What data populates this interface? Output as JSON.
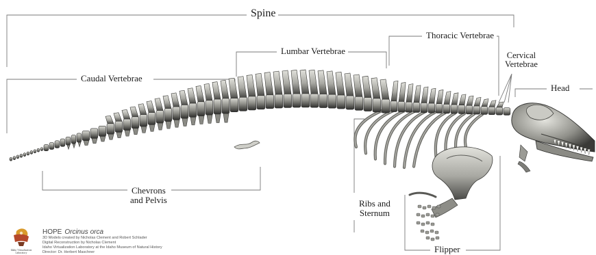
{
  "labels": {
    "spine": "Spine",
    "thoracic": "Thoracic Vertebrae",
    "lumbar": "Lumbar Vertebrae",
    "caudal": "Caudal Vertebrae",
    "cervical_line1": "Cervical",
    "cervical_line2": "Vertebrae",
    "head": "Head",
    "chevrons_line1": "Chevrons",
    "chevrons_line2": "and Pelvis",
    "ribs_line1": "Ribs and",
    "ribs_line2": "Sternum",
    "flipper": "Flipper"
  },
  "credits": {
    "title": "HOPE",
    "species": "Orcinus orca",
    "line1": "3D Models created by Nicholas Clement and Robert Schlader",
    "line2": "Digital Reconstruction by Nicholas Clement",
    "line3": "Idaho Virtualization Laboratory at the Idaho Museum of Natural History",
    "line4": "Director: Dr. Herbert Maschner"
  },
  "logo": {
    "line1": "Idaho Virtualization",
    "line2": "Laboratory"
  },
  "colors": {
    "bone_light": "#d6d6d0",
    "bone_mid": "#9a9a94",
    "bone_dark": "#3a3a38",
    "line": "#7a7a7a",
    "logo_red": "#b5482a",
    "logo_gold": "#d99a2b"
  }
}
